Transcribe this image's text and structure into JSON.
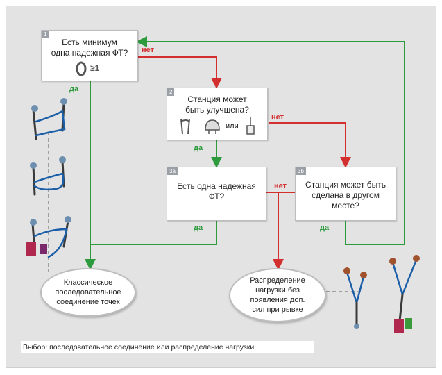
{
  "boxes": {
    "b1": {
      "num": "1",
      "line1": "Есть минимум",
      "line2": "одна надежная ФТ?",
      "badge": "≥1"
    },
    "b2": {
      "num": "2",
      "line1": "Станция может",
      "line2": "быть улучшена?",
      "or_label": "или"
    },
    "b3a": {
      "num": "3a",
      "line1": "Есть одна надежная",
      "line2": "ФТ?"
    },
    "b3b": {
      "num": "3b",
      "line1": "Станция может быть",
      "line2": "сделана в другом",
      "line3": "месте?"
    }
  },
  "labels": {
    "no1": "нет",
    "yes1": "да",
    "no2": "нет",
    "yes2": "да",
    "no3a": "нет",
    "yes3a": "да",
    "yes3b": "да"
  },
  "outcomes": {
    "serial": "Классическое последовательное соединение точек",
    "distribution": "Распределение нагрузки без появления доп. сил при рывке"
  },
  "caption": "Выбор: последовательное соединение или распределение нагрузки",
  "colors": {
    "yes": "#2e9a3e",
    "no": "#d32f2f",
    "background": "#e3e3e3"
  }
}
